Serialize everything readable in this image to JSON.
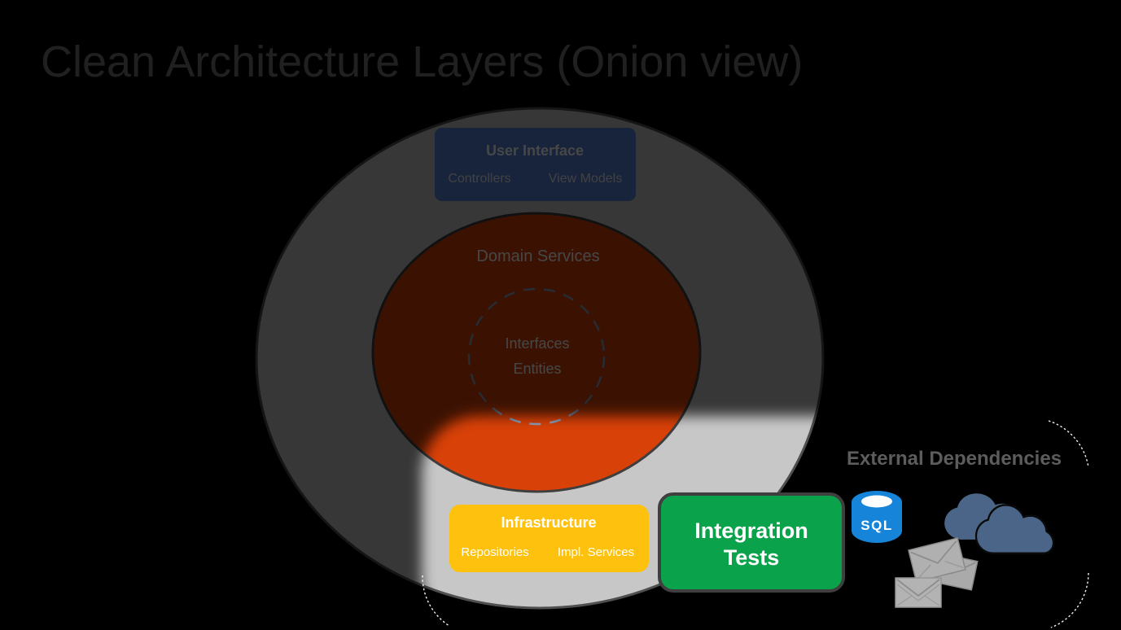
{
  "slide": {
    "title": "Clean Architecture Layers (Onion view)"
  },
  "onion": {
    "ui": {
      "title": "User Interface",
      "items": [
        "Controllers",
        "View Models"
      ]
    },
    "domain": {
      "title": "Domain Services"
    },
    "core": {
      "line1": "Interfaces",
      "line2": "Entities"
    },
    "infrastructure": {
      "title": "Infrastructure",
      "items": [
        "Repositories",
        "Impl. Services"
      ]
    }
  },
  "callouts": {
    "integration": {
      "line1": "Integration",
      "line2": "Tests"
    },
    "external": {
      "title": "External Dependencies",
      "sql_label": "SQL"
    }
  },
  "colors": {
    "outer_ring": "#c7c7c7",
    "outer_ring_stroke": "#4f4f4f",
    "domain_core": "#d84108",
    "ui_box": "#5682d8",
    "infrastructure_box": "#fec20e",
    "integration_box": "#0aa34c",
    "sql_blue": "#1684d8",
    "cloud_blue": "#4b6589",
    "envelope_gray": "#b3b3b3",
    "spotlight_border": "#ffffff",
    "title_text": "#757575"
  }
}
